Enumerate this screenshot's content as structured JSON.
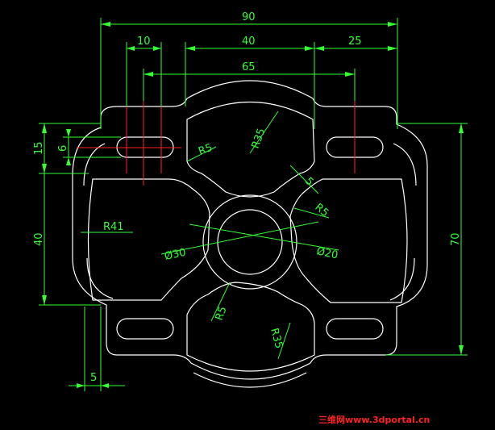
{
  "drawing": {
    "dimensions": {
      "overall_width": "90",
      "slot_width": "10",
      "center_span": "40",
      "right_offset": "25",
      "slot_spacing": "65",
      "left_height": "15",
      "slot_height": "6",
      "mid_height": "40",
      "overall_height": "70",
      "bottom_offset": "5"
    },
    "radii": {
      "r5_top": "R5",
      "r35_top": "R35",
      "r5_mid": "5",
      "r5_right": "R5",
      "r41": "R41",
      "r5_bottom": "R5",
      "r35_bottom": "R35"
    },
    "diameters": {
      "d30": "Ø30",
      "d20": "Ø20"
    }
  },
  "watermark": "三维网www.3dportal.cn",
  "colors": {
    "background": "#000000",
    "outline": "#ffffff",
    "dimension": "#33ff33",
    "centerline": "#ff2222"
  }
}
